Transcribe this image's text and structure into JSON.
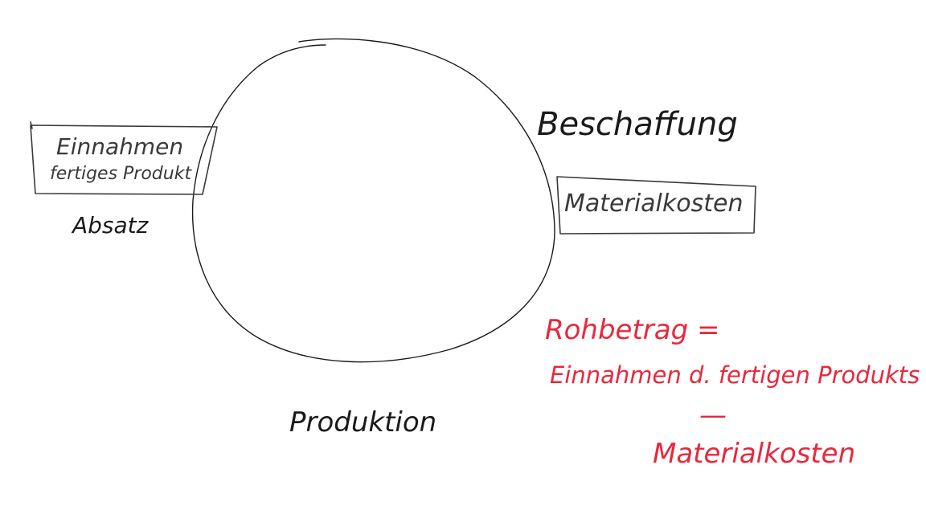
{
  "diagram": {
    "labels": {
      "beschaffung": "Beschaffung",
      "produktion": "Produktion",
      "absatz": "Absatz"
    },
    "boxes": {
      "einnahmen": {
        "line1": "Einnahmen",
        "line2": "fertiges Produkt"
      },
      "materialkosten": {
        "text": "Materialkosten"
      }
    },
    "formula": {
      "line1": "Rohbetrag =",
      "line2": "Einnahmen d. fertigen Produkts",
      "operator": "—",
      "line3": "Materialkosten"
    }
  },
  "colors": {
    "ink": "#1a1a1a",
    "box_ink": "#3a3a3a",
    "accent": "#e8283c"
  }
}
